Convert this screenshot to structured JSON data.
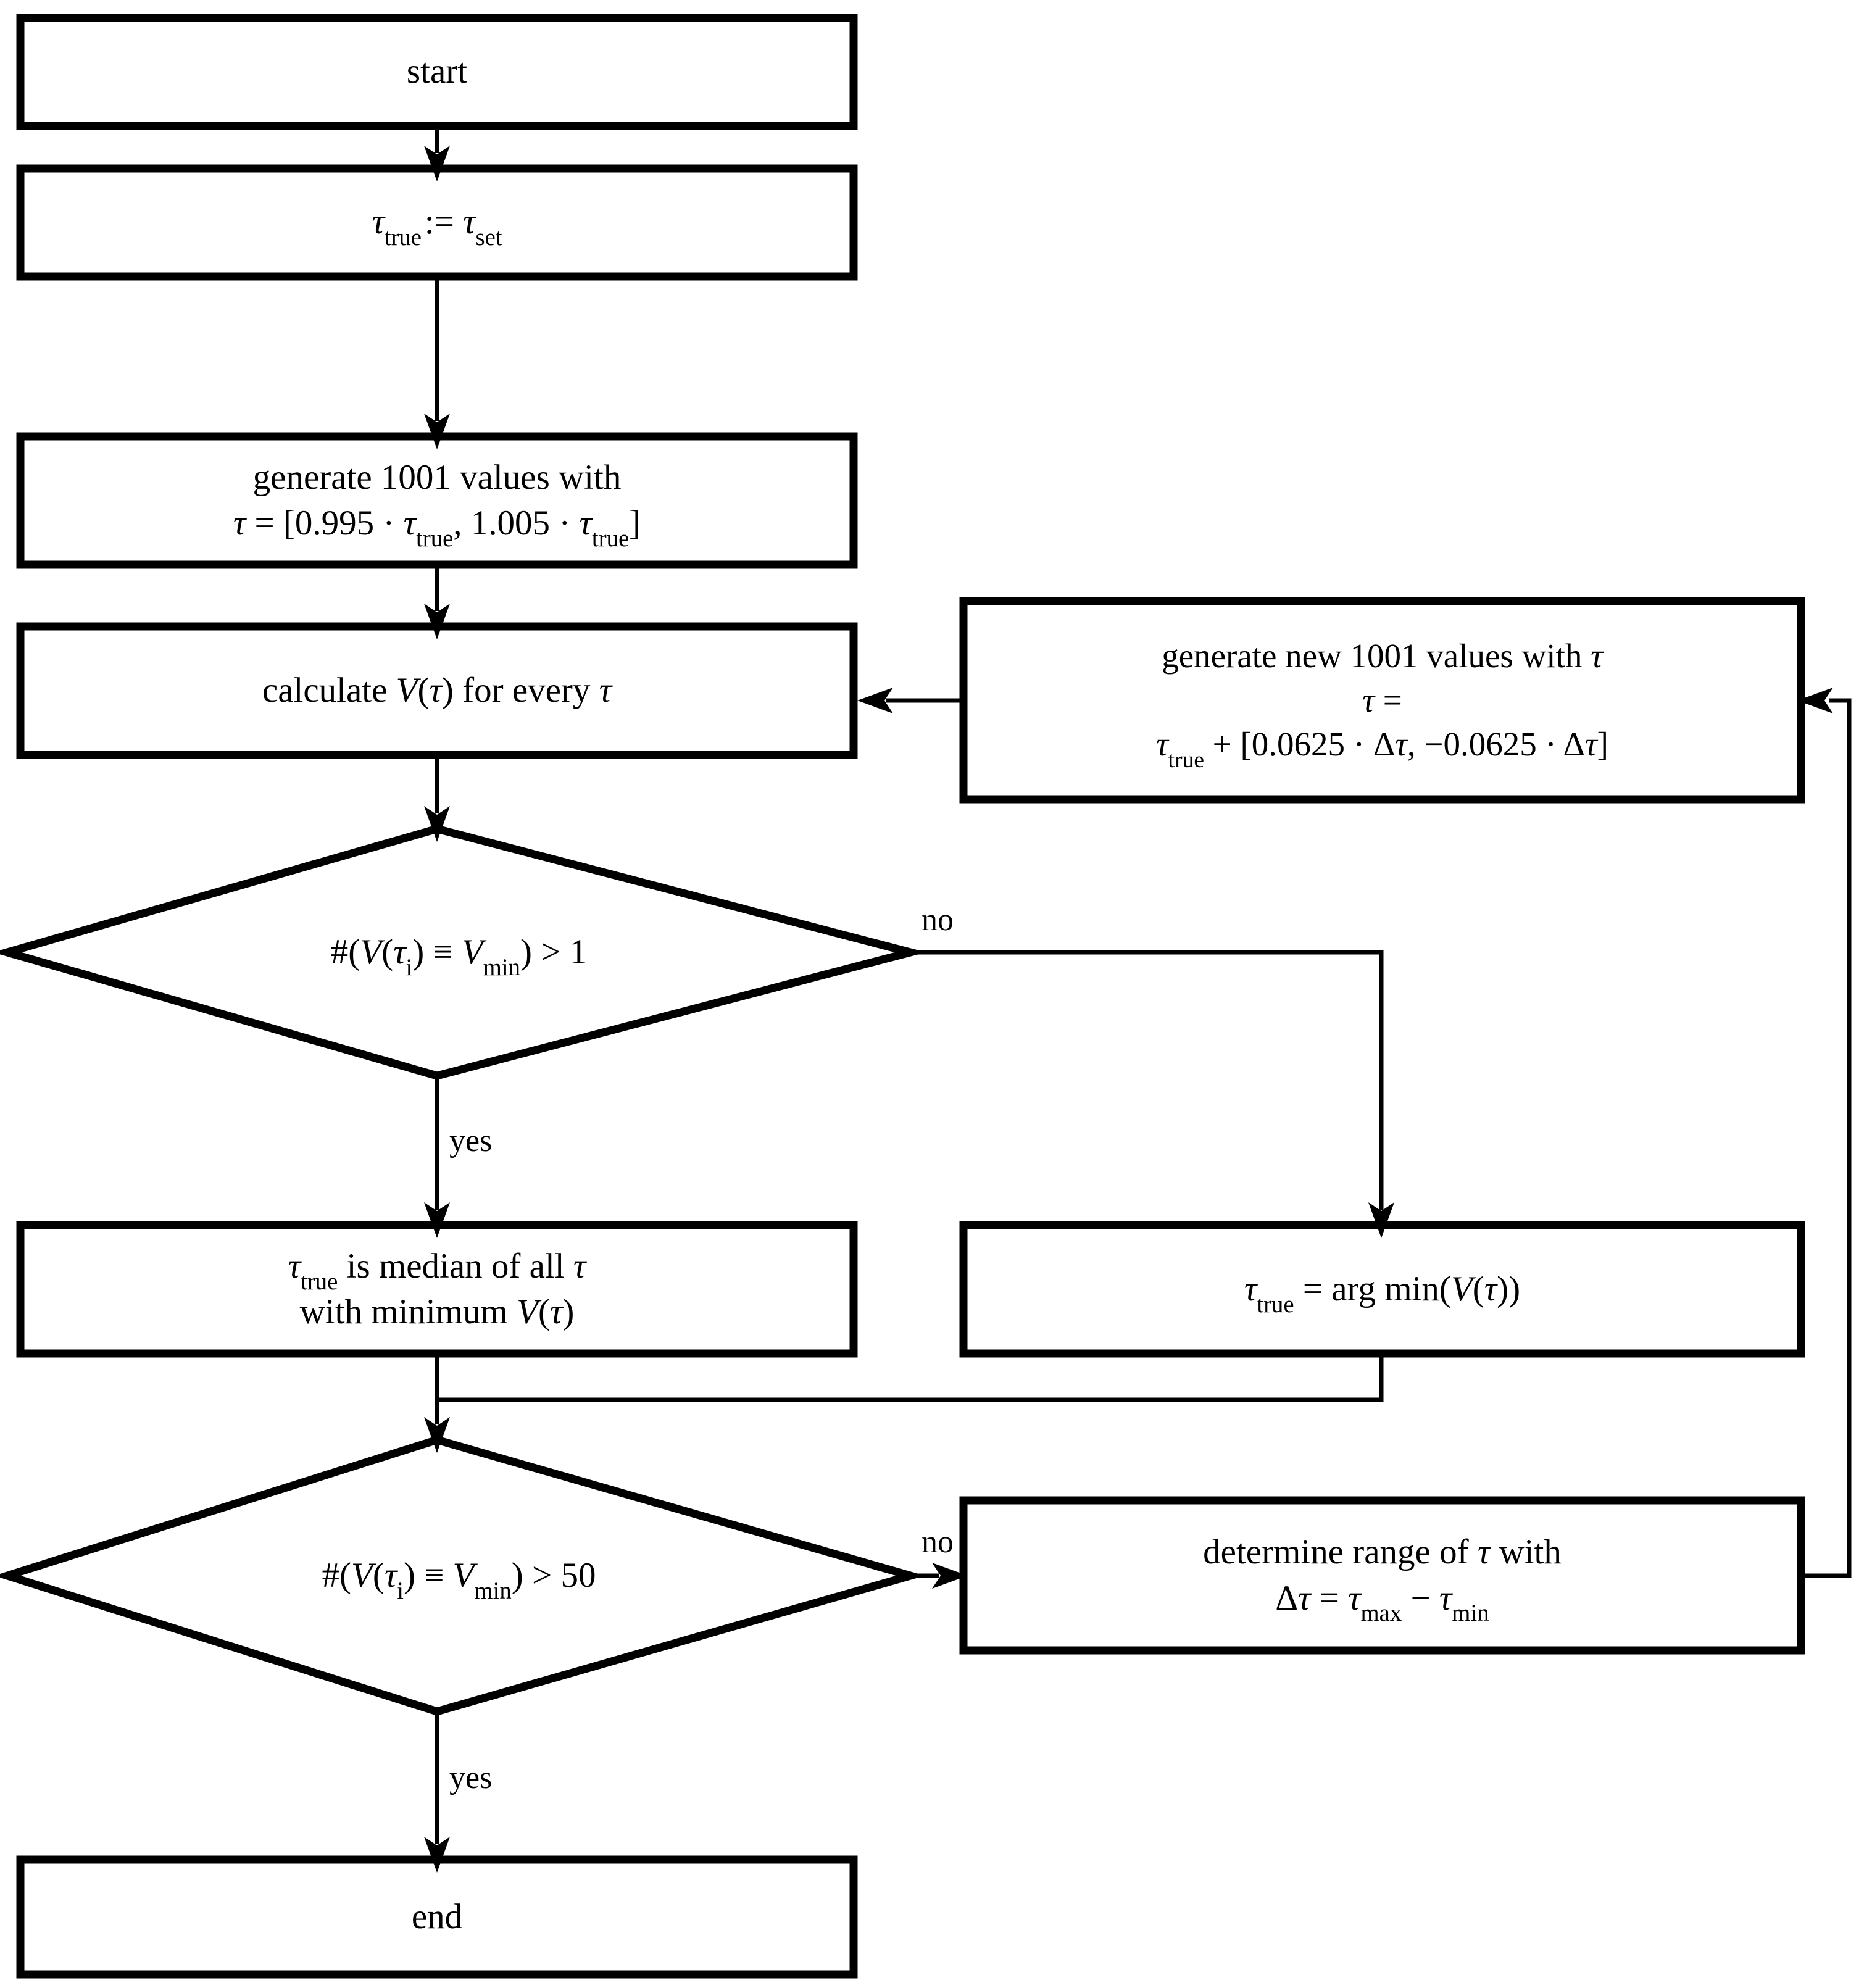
{
  "diagram": {
    "title": "Flowchart for iterative determination of tau_true",
    "type": "flowchart",
    "background_color": "#ffffff",
    "line_color": "#000000",
    "text_color": "#000000"
  },
  "nodes": [
    {
      "id": "start",
      "shape": "rectangle",
      "lines": [
        "start"
      ]
    },
    {
      "id": "assign-tau",
      "shape": "rectangle",
      "lines": [
        "τtrue := τset"
      ],
      "parts": {
        "tau_true": "τ",
        "sub_true": "true",
        "op": ":=",
        "tau_set": "τ",
        "sub_set": "set"
      }
    },
    {
      "id": "generate-initial",
      "shape": "rectangle",
      "lines": [
        "generate 1001 values with",
        "τ = [0.995 · τtrue, 1.005 · τtrue]"
      ],
      "count": "1001",
      "factor_low": "0.995",
      "factor_high": "1.005"
    },
    {
      "id": "calculate-v",
      "shape": "rectangle",
      "lines": [
        "calculate V(τ) for every τ"
      ]
    },
    {
      "id": "decision-gt-1",
      "shape": "diamond",
      "lines": [
        "#(V(τi) ≡ Vmin) > 1"
      ],
      "threshold": "1"
    },
    {
      "id": "median-tau",
      "shape": "rectangle",
      "lines": [
        "τtrue is median of all τ",
        "with minimum V(τ)"
      ]
    },
    {
      "id": "argmin-tau",
      "shape": "rectangle",
      "lines": [
        "τtrue = arg min(V(τ))"
      ]
    },
    {
      "id": "decision-gt-50",
      "shape": "diamond",
      "lines": [
        "#(V(τi) ≡ Vmin) > 50"
      ],
      "threshold": "50"
    },
    {
      "id": "determine-range",
      "shape": "rectangle",
      "lines": [
        "determine range of τ with",
        "Δτ = τmax − τmin"
      ]
    },
    {
      "id": "generate-new",
      "shape": "rectangle",
      "lines": [
        "generate new 1001 values with τ",
        "τ =",
        "τtrue + [0.0625 · Δτ, −0.0625 · Δτ]"
      ],
      "count": "1001",
      "factor": "0.0625"
    },
    {
      "id": "end",
      "shape": "rectangle",
      "lines": [
        "end"
      ]
    }
  ],
  "text": {
    "start": "start",
    "end": "end",
    "tau_symbol": "τ",
    "delta_symbol": "Δ",
    "sub_true": "true",
    "sub_set": "set",
    "sub_min": "min",
    "sub_max": "max",
    "sub_i": "i",
    "assign_op": ":=",
    "eq_op": "=",
    "equiv_op": "≡",
    "plus_op": "+",
    "minus_op": "−",
    "gt_op": ">",
    "dot_op": "·",
    "count_1001": "1001",
    "value_0995": "0.995",
    "value_1005": "1.005",
    "value_00625": "0.0625",
    "value_neg00625": "−0.0625",
    "threshold_1": "1",
    "threshold_50": "50",
    "generate_values_with": "generate 1001 values with",
    "generate_new_values_with": "generate new 1001 values with",
    "calculate": "calculate",
    "for_every": "for every",
    "is_median_of_all": "is median of all",
    "with_minimum": "with minimum",
    "arg_min": "arg min",
    "determine_range_of": "determine range of",
    "with": "with",
    "V": "V",
    "V_min": "V"
  },
  "edge_labels": {
    "no_1": "no",
    "yes_1": "yes",
    "no_2": "no",
    "yes_2": "yes"
  }
}
